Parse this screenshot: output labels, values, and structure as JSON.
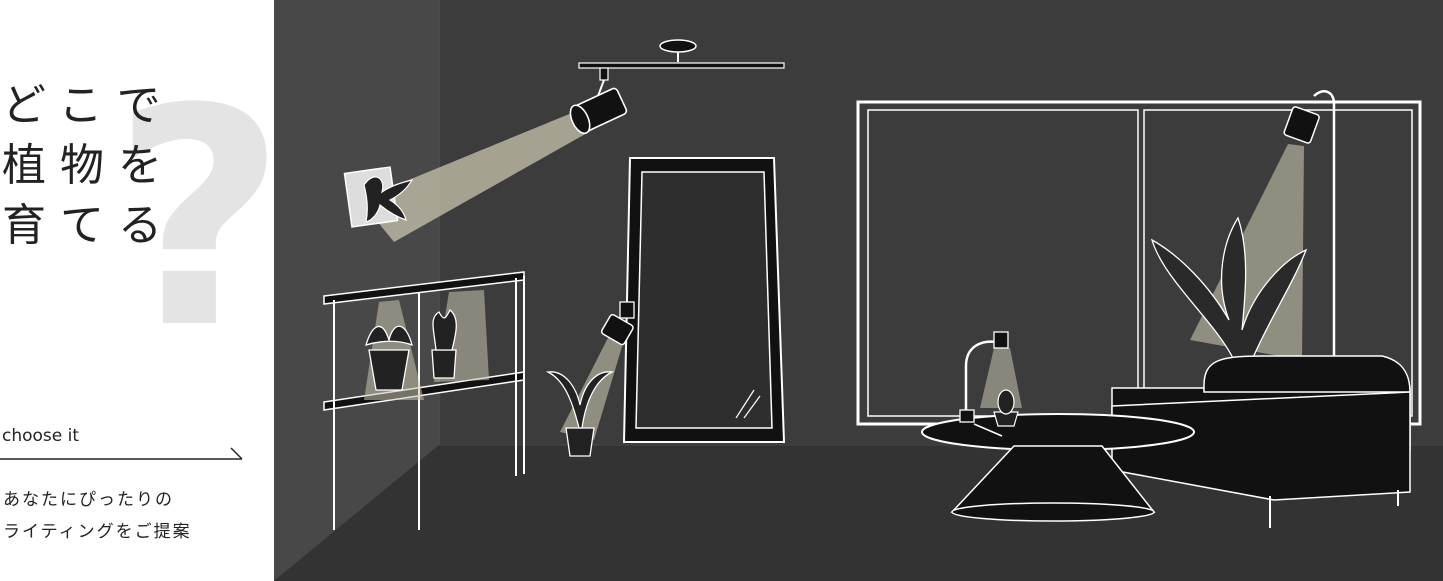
{
  "headline": {
    "line1": "どこで",
    "line2": "植物を",
    "line3": "育てる"
  },
  "question_mark": "?",
  "choose": {
    "label": "choose it"
  },
  "tagline": {
    "line1": "あなたにぴったりの",
    "line2": "ライティングをご提案"
  },
  "colors": {
    "wall": "#3c3c3c",
    "floor": "#353535",
    "side_wall": "#4a4a4a",
    "light_beam": "#c8c4ae",
    "line": "#ffffff",
    "question_mark": "#e4e4e4",
    "text": "#222222"
  },
  "icons": [
    "arrow-right-icon"
  ]
}
